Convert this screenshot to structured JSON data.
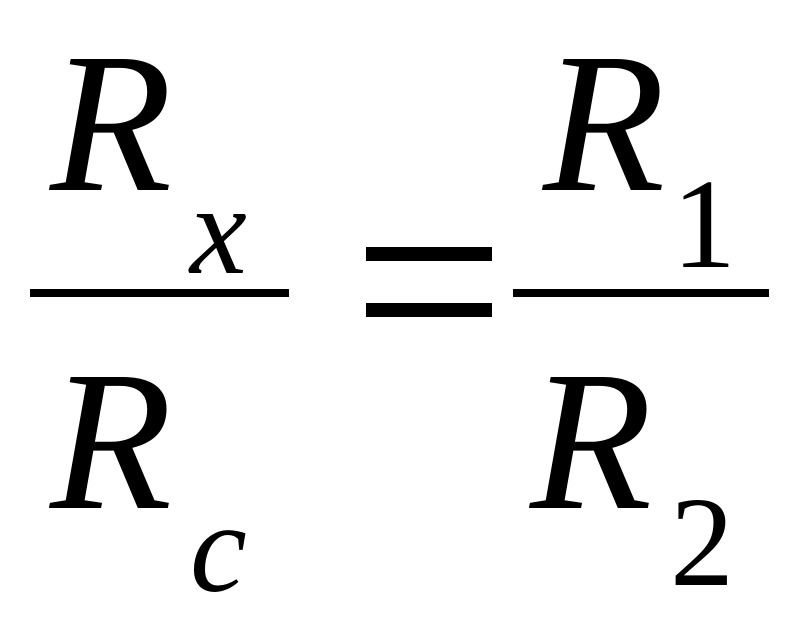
{
  "equation": {
    "left_numerator": {
      "symbol": "R",
      "subscript": "x"
    },
    "left_denominator": {
      "symbol": "R",
      "subscript": "c"
    },
    "relation": "=",
    "right_numerator": {
      "symbol": "R",
      "subscript": "1"
    },
    "right_denominator": {
      "symbol": "R",
      "subscript": "2"
    }
  }
}
